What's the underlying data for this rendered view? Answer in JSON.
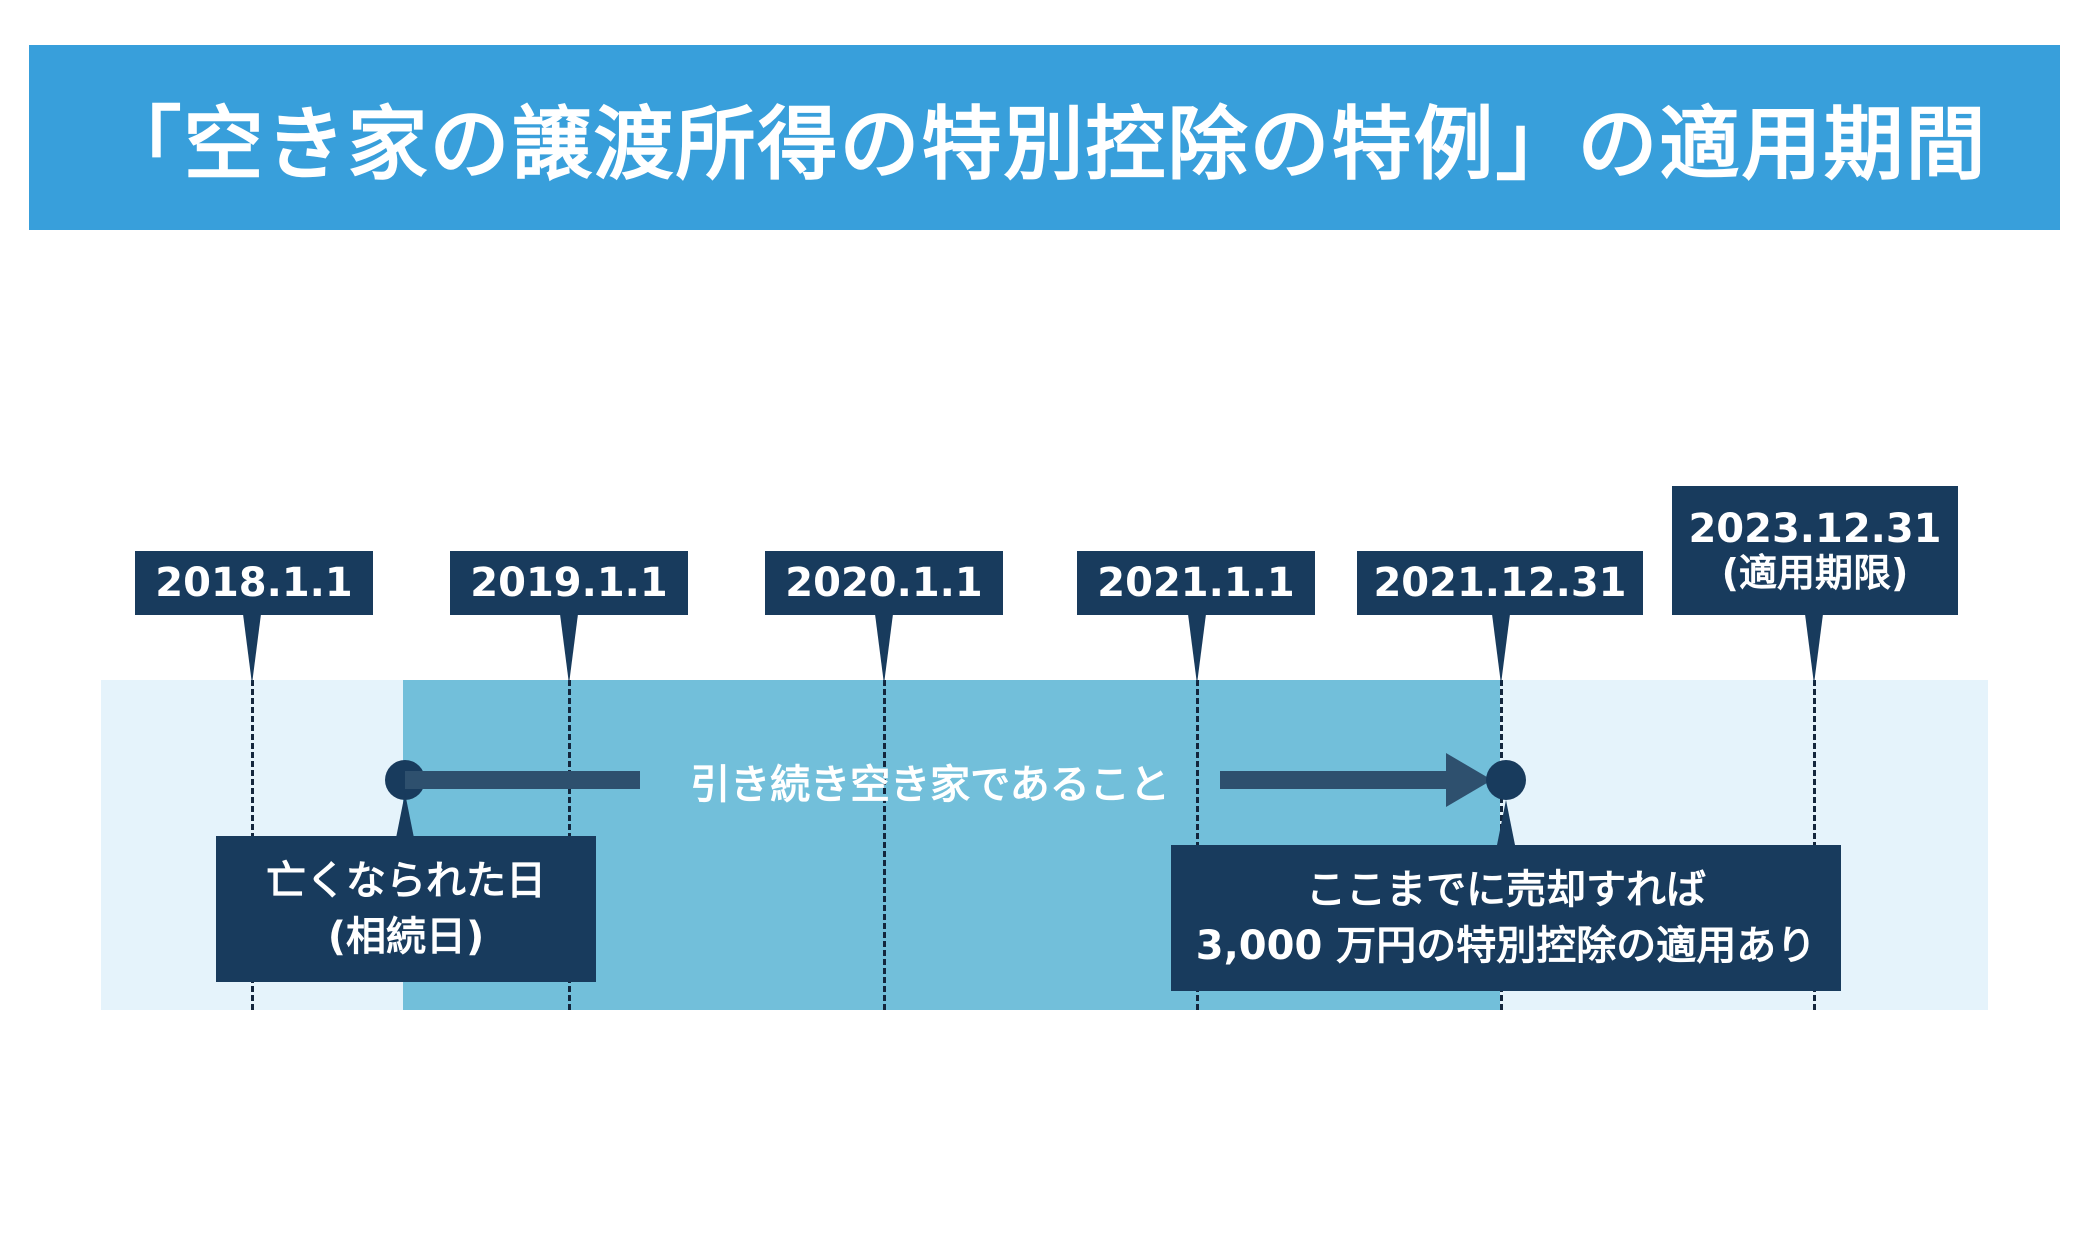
{
  "title": "「空き家の譲渡所得の特別控除の特例」の適用期間",
  "dates": [
    {
      "label": "2018.1.1",
      "sub": ""
    },
    {
      "label": "2019.1.1",
      "sub": ""
    },
    {
      "label": "2020.1.1",
      "sub": ""
    },
    {
      "label": "2021.1.1",
      "sub": ""
    },
    {
      "label": "2021.12.31",
      "sub": ""
    },
    {
      "label": "2023.12.31",
      "sub": "(適用期限)"
    }
  ],
  "continue_label": "引き続き空き家であること",
  "start_callout": {
    "line1": "亡くなられた日",
    "line2": "(相続日)"
  },
  "end_callout": {
    "line1": "ここまでに売却すれば",
    "line2": "3,000 万円の特別控除の適用あり"
  },
  "colors": {
    "banner": "#389fdb",
    "navy": "#183b5d",
    "band_light": "#e5f3fb",
    "band_dark": "#72bfda",
    "arrow": "#2e506e"
  }
}
